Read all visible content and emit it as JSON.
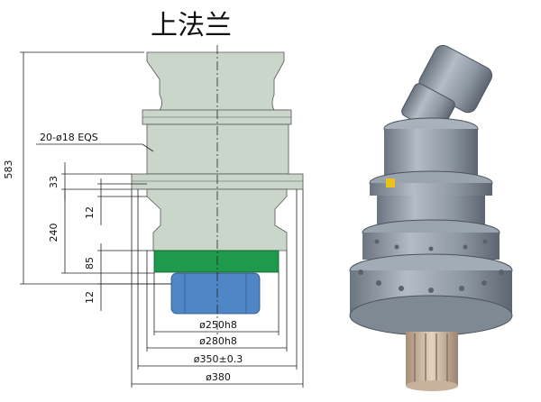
{
  "title": "上法兰",
  "dimensions": {
    "overall_height": "583",
    "holes": "20-ø18 EQS",
    "flange_thickness": "33",
    "step_height": "12",
    "body_height": "240",
    "pilot_height": "85",
    "pinion_step": "12",
    "pilot_diameter": "ø250h8",
    "spigot_diameter": "ø280h8",
    "bolt_circle": "ø350±0.3",
    "flange_diameter": "ø380"
  },
  "colors": {
    "body": "#c9d6c9",
    "flange_band": "#1f9a4d",
    "pinion": "#4f86c6",
    "product": "#8c97a2"
  }
}
